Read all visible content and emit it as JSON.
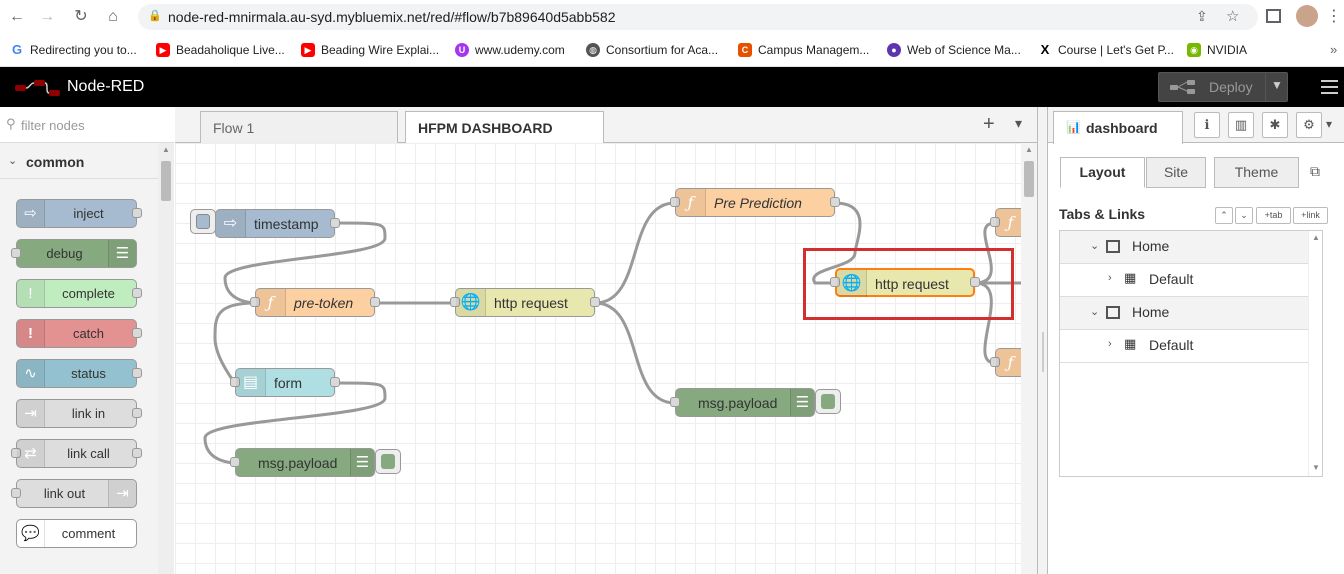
{
  "browser": {
    "url": "node-red-mnirmala.au-syd.mybluemix.net/red/#flow/b7b89640d5abb582",
    "bookmarks": [
      {
        "label": "Redirecting you to...",
        "icon": "google-icon",
        "color": "#4285f4"
      },
      {
        "label": "Beadaholique Live...",
        "icon": "youtube-icon",
        "color": "#ff0000"
      },
      {
        "label": "Beading Wire Explai...",
        "icon": "youtube-icon",
        "color": "#ff0000"
      },
      {
        "label": "www.udemy.com",
        "icon": "udemy-icon",
        "color": "#a435f0"
      },
      {
        "label": "Consortium for Aca...",
        "icon": "globe-icon",
        "color": "#555555"
      },
      {
        "label": "Campus Managem...",
        "icon": "campus-icon",
        "color": "#e65100"
      },
      {
        "label": "Web of Science Ma...",
        "icon": "wos-icon",
        "color": "#5e35b1"
      },
      {
        "label": "Course | Let's Get P...",
        "icon": "x-icon",
        "color": "#000000"
      },
      {
        "label": "NVIDIA",
        "icon": "nvidia-icon",
        "color": "#76b900"
      }
    ]
  },
  "header": {
    "title": "Node-RED",
    "deploy_label": "Deploy"
  },
  "palette": {
    "search_placeholder": "filter nodes",
    "category": "common",
    "nodes": [
      {
        "label": "inject",
        "color": "#a6bbcf"
      },
      {
        "label": "debug",
        "color": "#87a980"
      },
      {
        "label": "complete",
        "color": "#c0edc0"
      },
      {
        "label": "catch",
        "color": "#e49191"
      },
      {
        "label": "status",
        "color": "#94c1d0"
      },
      {
        "label": "link in",
        "color": "#dddddd"
      },
      {
        "label": "link call",
        "color": "#dddddd"
      },
      {
        "label": "link out",
        "color": "#dddddd"
      },
      {
        "label": "comment",
        "color": "#ffffff"
      }
    ]
  },
  "workspace": {
    "tabs": [
      {
        "label": "Flow 1",
        "active": false
      },
      {
        "label": "HFPM DASHBOARD",
        "active": true
      }
    ],
    "add_tab": "+",
    "tab_menu": "▾",
    "nodes": {
      "timestamp": "timestamp",
      "pre_token": "pre-token",
      "http_request_1": "http request",
      "form": "form",
      "msg_payload_1": "msg.payload",
      "pre_prediction": "Pre Prediction",
      "http_request_2": "http request",
      "msg_payload_2": "msg.payload"
    },
    "colors": {
      "inject": "#a6bbcf",
      "function": "#fdd0a2",
      "http": "#e7e7ae",
      "debug": "#87a980",
      "form": "#b0dfe3",
      "highlight": "#d32f2f"
    }
  },
  "sidebar": {
    "active_tab": "dashboard",
    "sub_tabs": [
      "Layout",
      "Site",
      "Theme"
    ],
    "section_label": "Tabs & Links",
    "mini_buttons": [
      "⌃",
      "⌄",
      "+tab",
      "+link"
    ],
    "tree": [
      {
        "type": "tab",
        "label": "Home"
      },
      {
        "type": "group",
        "label": "Default"
      },
      {
        "type": "tab",
        "label": "Home"
      },
      {
        "type": "group",
        "label": "Default"
      }
    ]
  }
}
